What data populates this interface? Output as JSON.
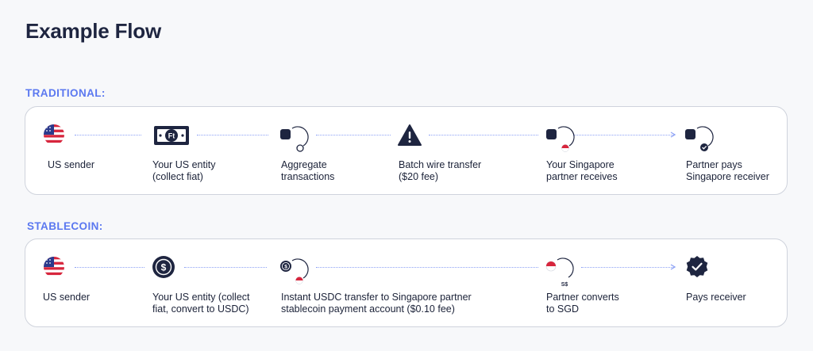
{
  "page": {
    "title": "Example Flow"
  },
  "colors": {
    "section_label": "#5b78f0",
    "connector": "#8da2f5",
    "icon_dark": "#1e2540",
    "flag_red": "#d7263d",
    "flag_blue": "#2b3a8c"
  },
  "traditional": {
    "label": "TRADITIONAL:",
    "steps": [
      {
        "icon": "us-flag-icon",
        "text": "US sender"
      },
      {
        "icon": "banknote-icon",
        "text": "Your US entity\n(collect fiat)"
      },
      {
        "icon": "aggregate-icon",
        "text": "Aggregate\ntransactions"
      },
      {
        "icon": "warning-triangle-icon",
        "text": "Batch wire transfer\n($20 fee)"
      },
      {
        "icon": "singapore-partner-icon",
        "text": "Your Singapore\npartner receives"
      },
      {
        "icon": "partner-pays-icon",
        "text": "Partner pays\nSingapore receiver"
      }
    ]
  },
  "stablecoin": {
    "label": "STABLECOIN:",
    "steps": [
      {
        "icon": "us-flag-icon",
        "text": "US sender"
      },
      {
        "icon": "usdc-coin-icon",
        "text": "Your US entity (collect\nfiat, convert to USDC)"
      },
      {
        "icon": "usdc-transfer-icon",
        "text": "Instant USDC transfer to Singapore partner\nstablecoin payment account ($0.10 fee)"
      },
      {
        "icon": "sgd-convert-icon",
        "text": "Partner converts\nto SGD",
        "icon_label": "S$"
      },
      {
        "icon": "verified-badge-icon",
        "text": "Pays receiver"
      }
    ]
  }
}
